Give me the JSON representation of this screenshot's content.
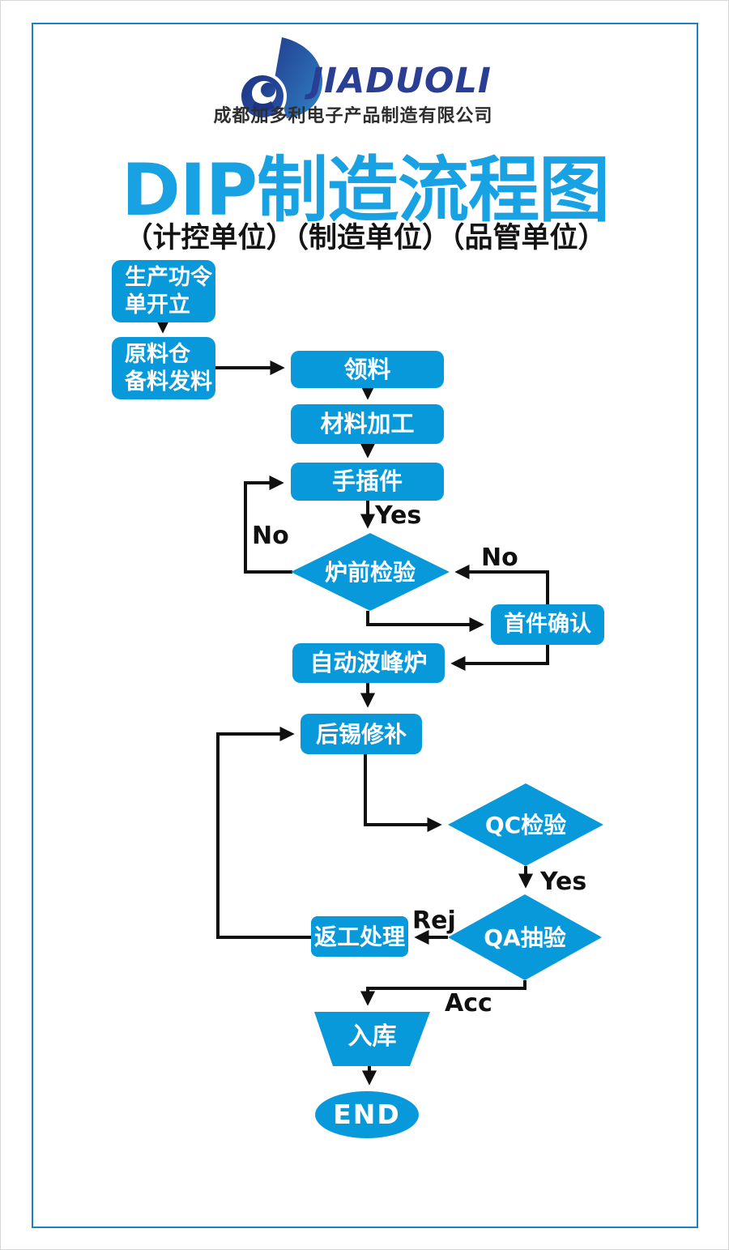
{
  "header": {
    "logo_brand": "JIADUOLI",
    "company": "成都加多利电子产品制造有限公司",
    "title": "DIP制造流程图",
    "subtitle": "（计控单位）（制造单位）（品管单位）"
  },
  "colors": {
    "node_blue": "#0899db",
    "title_blue": "#18a2e4",
    "frame_blue": "#1f7fc5",
    "logo_navy": "#2a3e94",
    "connector_black": "#101010",
    "node_text": "#ffffff"
  },
  "flowchart": {
    "nodes": {
      "production_order": {
        "type": "process",
        "line1": "生产功令",
        "line2": "单开立"
      },
      "raw_material": {
        "type": "process",
        "line1": "原料仓",
        "line2": "备料发料"
      },
      "pick_material": {
        "type": "process",
        "label": "领料"
      },
      "material_processing": {
        "type": "process",
        "label": "材料加工"
      },
      "hand_insert": {
        "type": "process",
        "label": "手插件"
      },
      "furnace_check": {
        "type": "decision",
        "label": "炉前检验"
      },
      "first_article": {
        "type": "process",
        "label": "首件确认"
      },
      "wave_solder": {
        "type": "process",
        "label": "自动波峰炉"
      },
      "solder_touchup": {
        "type": "process",
        "label": "后锡修补"
      },
      "qc_check": {
        "type": "decision",
        "label": "QC检验"
      },
      "qa_sampling": {
        "type": "decision",
        "label": "QA抽验"
      },
      "rework": {
        "type": "process",
        "label": "返工处理"
      },
      "warehouse": {
        "type": "storage",
        "label": "入库"
      },
      "end": {
        "type": "terminator",
        "label": "END"
      }
    },
    "edge_labels": {
      "yes_insert_to_furnace": "Yes",
      "no_furnace_to_insert": "No",
      "no_first_article_to_furnace": "No",
      "yes_qc_to_qa": "Yes",
      "rej_qa_to_rework": "Rej",
      "acc_qa_to_warehouse": "Acc"
    }
  }
}
